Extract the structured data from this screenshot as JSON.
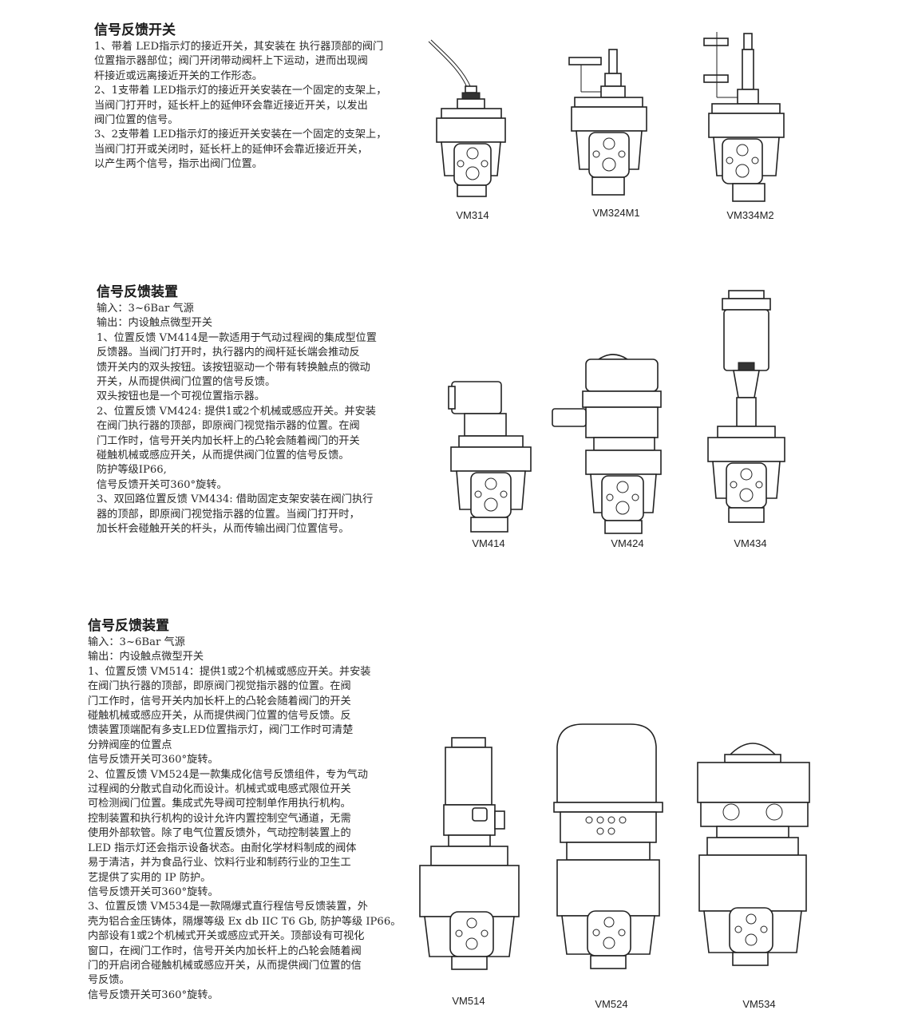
{
  "section1": {
    "title": "信号反馈开关",
    "lines": [
      "1、带着 LED指示灯的接近开关，其安装在 执行器顶部的阀门",
      "位置指示器部位；阀门开闭带动阀杆上下运动，进而出现阀",
      "杆接近或远离接近开关的工作形态。",
      "2、1支带着 LED指示灯的接近开关安装在一个固定的支架上，",
      "当阀门打开时，延长杆上的延伸环会靠近接近开关，以发出",
      "阀门位置的信号。",
      "3、2支带着 LED指示灯的接近开关安装在一个固定的支架上，",
      "当阀门打开或关闭时，延长杆上的延伸环会靠近接近开关，",
      "以产生两个信号，指示出阀门位置。"
    ],
    "captions": [
      "VM314",
      "VM324M1",
      "VM334M2"
    ]
  },
  "section2": {
    "title": "信号反馈装置",
    "lines": [
      "输入：3~6Bar 气源",
      "输出：内设触点微型开关",
      "1、位置反馈 VM414是一款适用于气动过程阀的集成型位置",
      "反馈器。当阀门打开时，执行器内的阀杆延长端会推动反",
      "馈开关内的双头按钮。该按钮驱动一个带有转换触点的微动",
      "开关，从而提供阀门位置的信号反馈。",
      "双头按钮也是一个可视位置指示器。",
      "2、位置反馈 VM424: 提供1或2个机械或感应开关。并安装",
      "在阀门执行器的顶部，即原阀门视觉指示器的位置。在阀",
      "门工作时，信号开关内加长杆上的凸轮会随着阀门的开关",
      "碰触机械或感应开关，从而提供阀门位置的信号反馈。",
      "防护等级IP66,",
      "信号反馈开关可360°旋转。",
      "3、双回路位置反馈 VM434: 借助固定支架安装在阀门执行",
      "器的顶部，即原阀门视觉指示器的位置。当阀门打开时，",
      "加长杆会碰触开关的杆头，从而传输出阀门位置信号。"
    ],
    "captions": [
      "VM414",
      "VM424",
      "VM434"
    ]
  },
  "section3": {
    "title": "信号反馈装置",
    "lines": [
      "输入：3~6Bar 气源",
      "输出：内设触点微型开关",
      "1、位置反馈 VM514：提供1或2个机械或感应开关。并安装",
      "在阀门执行器的顶部，即原阀门视觉指示器的位置。在阀",
      "门工作时，信号开关内加长杆上的凸轮会随着阀门的开关",
      "碰触机械或感应开关，从而提供阀门位置的信号反馈。反",
      "馈装置顶端配有多支LED位置指示灯，阀门工作时可清楚",
      "分辨阀座的位置点",
      "信号反馈开关可360°旋转。",
      "2、位置反馈 VM524是一款集成化信号反馈组件，专为气动",
      "过程阀的分散式自动化而设计。机械式或电感式限位开关",
      "可检测阀门位置。集成式先导阀可控制单作用执行机构。",
      "控制装置和执行机构的设计允许内置控制空气通道，无需",
      "使用外部软管。除了电气位置反馈外，气动控制装置上的",
      "LED 指示灯还会指示设备状态。由耐化学材料制成的阀体",
      "易于清洁，并为食品行业、饮料行业和制药行业的卫生工",
      "艺提供了实用的 IP 防护。",
      "信号反馈开关可360°旋转。",
      "3、位置反馈 VM534是一款隔爆式直行程信号反馈装置，外",
      "壳为铝合金压铸体，隔爆等级 Ex db IIC T6 Gb, 防护等级 IP66。",
      "内部设有1或2个机械式开关或感应式开关。顶部设有可视化",
      "窗口，在阀门工作时，信号开关内加长杆上的凸轮会随着阀",
      "门的开启闭合碰触机械或感应开关，从而提供阀门位置的信",
      "号反馈。",
      "信号反馈开关可360°旋转。"
    ],
    "captions": [
      "VM514",
      "VM524",
      "VM534"
    ]
  }
}
